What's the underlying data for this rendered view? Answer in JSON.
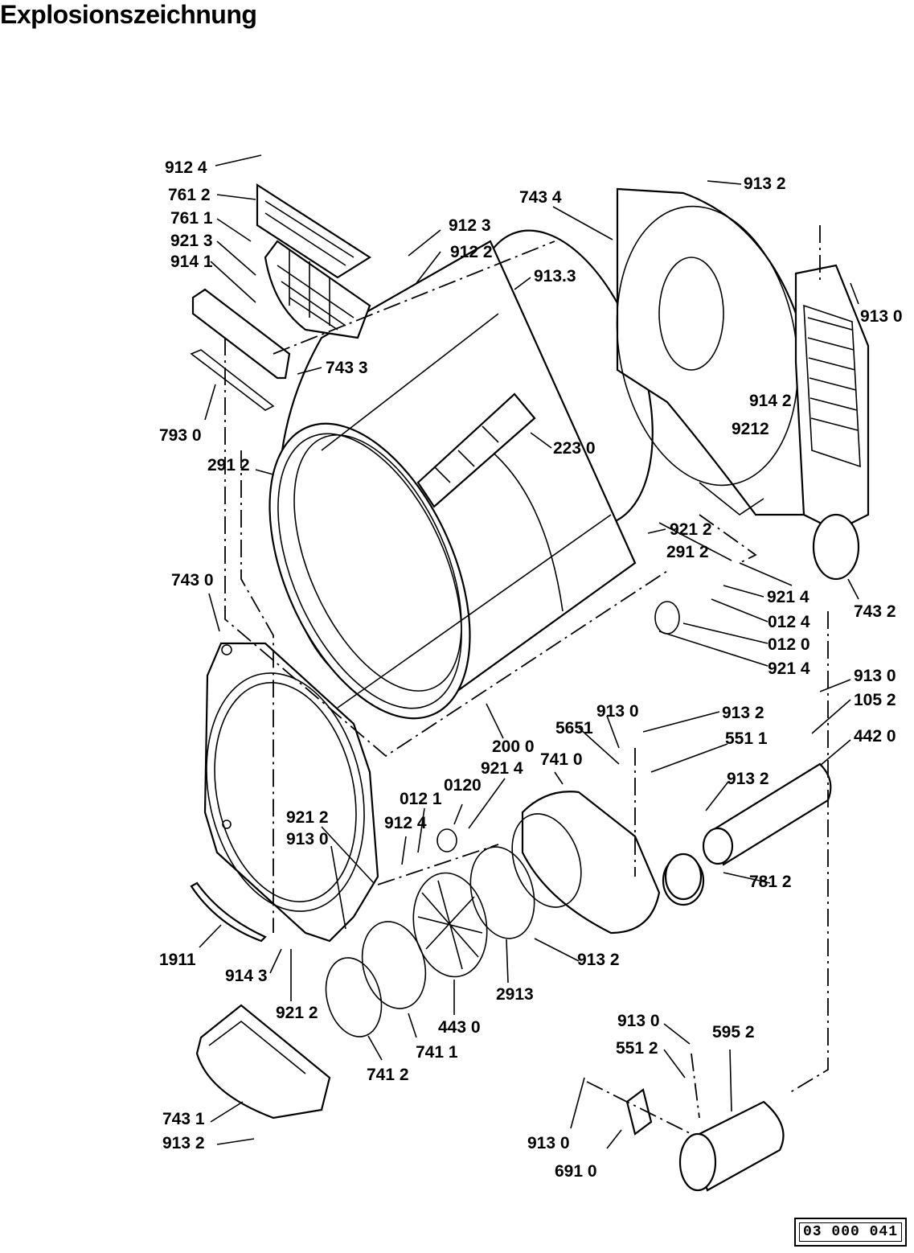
{
  "title": "Explosionszeichnung",
  "document_number": "03 000 041",
  "labels": [
    "912 4",
    "761 2",
    "761 1",
    "921 3",
    "914 1",
    "912 3",
    "912 2",
    "913.3",
    "743 4",
    "913 2",
    "913 0",
    "743 3",
    "793 0",
    "291 2",
    "223 0",
    "914 2",
    "9212",
    "921 2",
    "291 2",
    "743 0",
    "921 4",
    "743 2",
    "012 4",
    "012 0",
    "921 4",
    "913 0",
    "105 2",
    "913 0",
    "5651",
    "913 2",
    "551 1",
    "442 0",
    "200 0",
    "741 0",
    "921 4",
    "012 1",
    "0120",
    "913 2",
    "921 2",
    "912 4",
    "913 0",
    "781 2",
    "1911",
    "914 3",
    "921 2",
    "2913",
    "443 0",
    "741 1",
    "741 2",
    "913 2",
    "913 0",
    "595 2",
    "551 2",
    "743 1",
    "913 2",
    "913 0",
    "691 0"
  ]
}
